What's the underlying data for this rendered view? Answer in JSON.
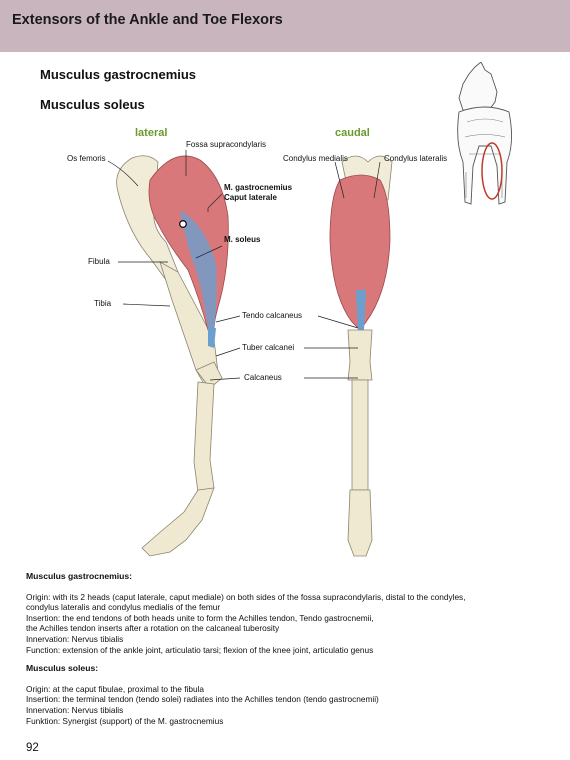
{
  "header": {
    "title": "Extensors of the Ankle and Toe Flexors"
  },
  "titles": {
    "t1": "Musculus gastrocnemius",
    "t2": "Musculus soleus"
  },
  "figure": {
    "view_lateral": "lateral",
    "view_caudal": "caudal",
    "labels": {
      "fossa": "Fossa supracondylaris",
      "os_femoris": "Os femoris",
      "gastro_1": "M. gastrocnemius",
      "gastro_2": "Caput laterale",
      "soleus": "M. soleus",
      "fibula": "Fibula",
      "tibia": "Tibia",
      "condylus_medialis": "Condylus medialis",
      "condylus_lateralis": "Condylus lateralis",
      "tendo": "Tendo calcaneus",
      "tuber": "Tuber calcanei",
      "calcaneus": "Calcaneus"
    }
  },
  "text": {
    "gastro_heading": "Musculus gastrocnemius:",
    "gastro_lines": [
      "Origin: with its 2 heads (caput laterale, caput mediale) on both sides of the fossa supracondylaris, distal to the condyles,",
      "condylus lateralis and condylus medialis of the femur",
      "Insertion: the end tendons of both heads unite to form the Achilles tendon, Tendo gastrocnemii,",
      "the Achilles tendon inserts after a rotation on the calcaneal tuberosity",
      "Innervation: Nervus tibialis",
      "Function: extension of the ankle joint, articulatio tarsi; flexion of the knee joint, articulatio genus"
    ],
    "soleus_heading": "Musculus soleus:",
    "soleus_lines": [
      "Origin: at the caput fibulae, proximal to the fibula",
      "Insertion: the terminal tendon (tendo solei) radiates into the Achilles tendon (tendo gastrocnemii)",
      "Innervation: Nervus tibialis",
      "Funktion: Synergist (support) of the M. gastrocnemius"
    ]
  },
  "page_number": "92",
  "colors": {
    "header_bg": "#c9b5be",
    "view_label": "#6a9a2c",
    "muscle": "#d9787a",
    "tendon": "#6b9fd0",
    "bone": "#f0ecd8",
    "highlight": "#c0392b"
  }
}
